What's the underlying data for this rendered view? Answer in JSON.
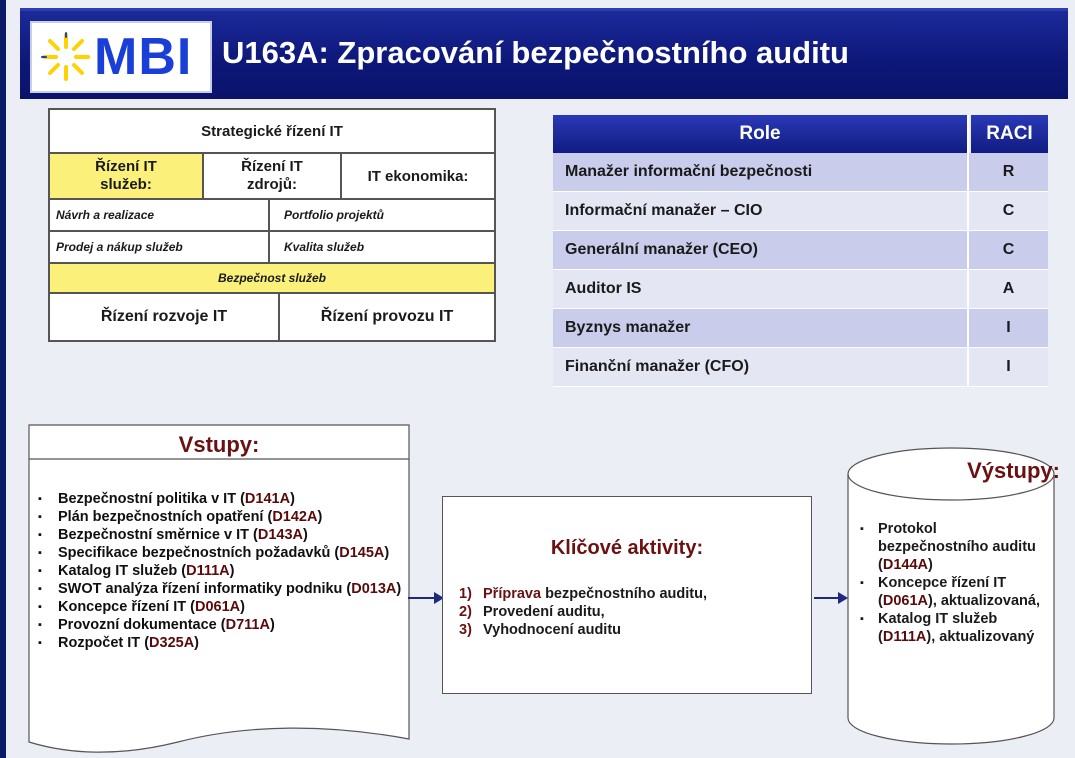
{
  "header": {
    "logo_text": "MBI",
    "title": "U163A: Zpracování bezpečnostního auditu",
    "colors": {
      "header_bg": "#0d1778",
      "logo_blue": "#1a3fd6",
      "sun_yellow": "#ffd200"
    }
  },
  "governance": {
    "strategic": "Strategické řízení IT",
    "services_line1": "Řízení IT",
    "services_line2": "služeb:",
    "resources_line1": "Řízení IT",
    "resources_line2": "zdrojů:",
    "economics": "IT ekonomika:",
    "design": "Návrh a realizace",
    "portfolio": "Portfolio projektů",
    "sales": "Prodej a nákup služeb",
    "quality": "Kvalita služeb",
    "security": "Bezpečnost služeb",
    "development": "Řízení rozvoje IT",
    "operations": "Řízení provozu IT",
    "highlight_color": "#fbf17a"
  },
  "raci": {
    "header_role": "Role",
    "header_raci": "RACI",
    "rows": [
      {
        "role": "Manažer informační bezpečnosti",
        "value": "R"
      },
      {
        "role": "Informační manažer – CIO",
        "value": "C"
      },
      {
        "role": "Generální manažer (CEO)",
        "value": "C"
      },
      {
        "role": "Auditor IS",
        "value": "A"
      },
      {
        "role": "Byznys manažer",
        "value": "I"
      },
      {
        "role": "Finanční manažer (CFO)",
        "value": "I"
      }
    ]
  },
  "inputs": {
    "title": "Vstupy:",
    "items": [
      {
        "text": "Bezpečnostní politika v IT (",
        "code": "D141A",
        "end": ")"
      },
      {
        "text": "Plán bezpečnostních opatření (",
        "code": "D142A",
        "end": ")"
      },
      {
        "text": "Bezpečnostní směrnice v IT (",
        "code": "D143A",
        "end": ")"
      },
      {
        "text": "Specifikace bezpečnostních požadavků (",
        "code": "D145A",
        "end": ")"
      },
      {
        "text": "Katalog IT služeb (",
        "code": "D111A",
        "end": ")"
      },
      {
        "text": "SWOT analýza řízení informatiky podniku (",
        "code": "D013A",
        "end": ")"
      },
      {
        "text": "Koncepce řízení IT (",
        "code": "D061A",
        "end": ")"
      },
      {
        "text": "Provozní dokumentace (",
        "code": "D711A",
        "end": ")"
      },
      {
        "text": "Rozpočet IT (",
        "code": "D325A",
        "end": ")"
      }
    ]
  },
  "activities": {
    "title": "Klíčové aktivity:",
    "items": [
      {
        "num": "1)",
        "lead": "Příprava",
        "rest": " bezpečnostního auditu,"
      },
      {
        "num": "2)",
        "lead": "",
        "rest": "Provedení auditu,"
      },
      {
        "num": "3)",
        "lead": "",
        "rest": "Vyhodnocení auditu"
      }
    ]
  },
  "outputs": {
    "title": "Výstupy:",
    "items": [
      {
        "text": "Protokol bezpečnostního auditu (",
        "code": "D144A",
        "end": ")"
      },
      {
        "text": "Koncepce řízení IT (",
        "code": "D061A",
        "end": "), aktualizovaná,"
      },
      {
        "text": "Katalog IT služeb (",
        "code": "D111A",
        "end": "), aktualizovaný"
      }
    ]
  }
}
